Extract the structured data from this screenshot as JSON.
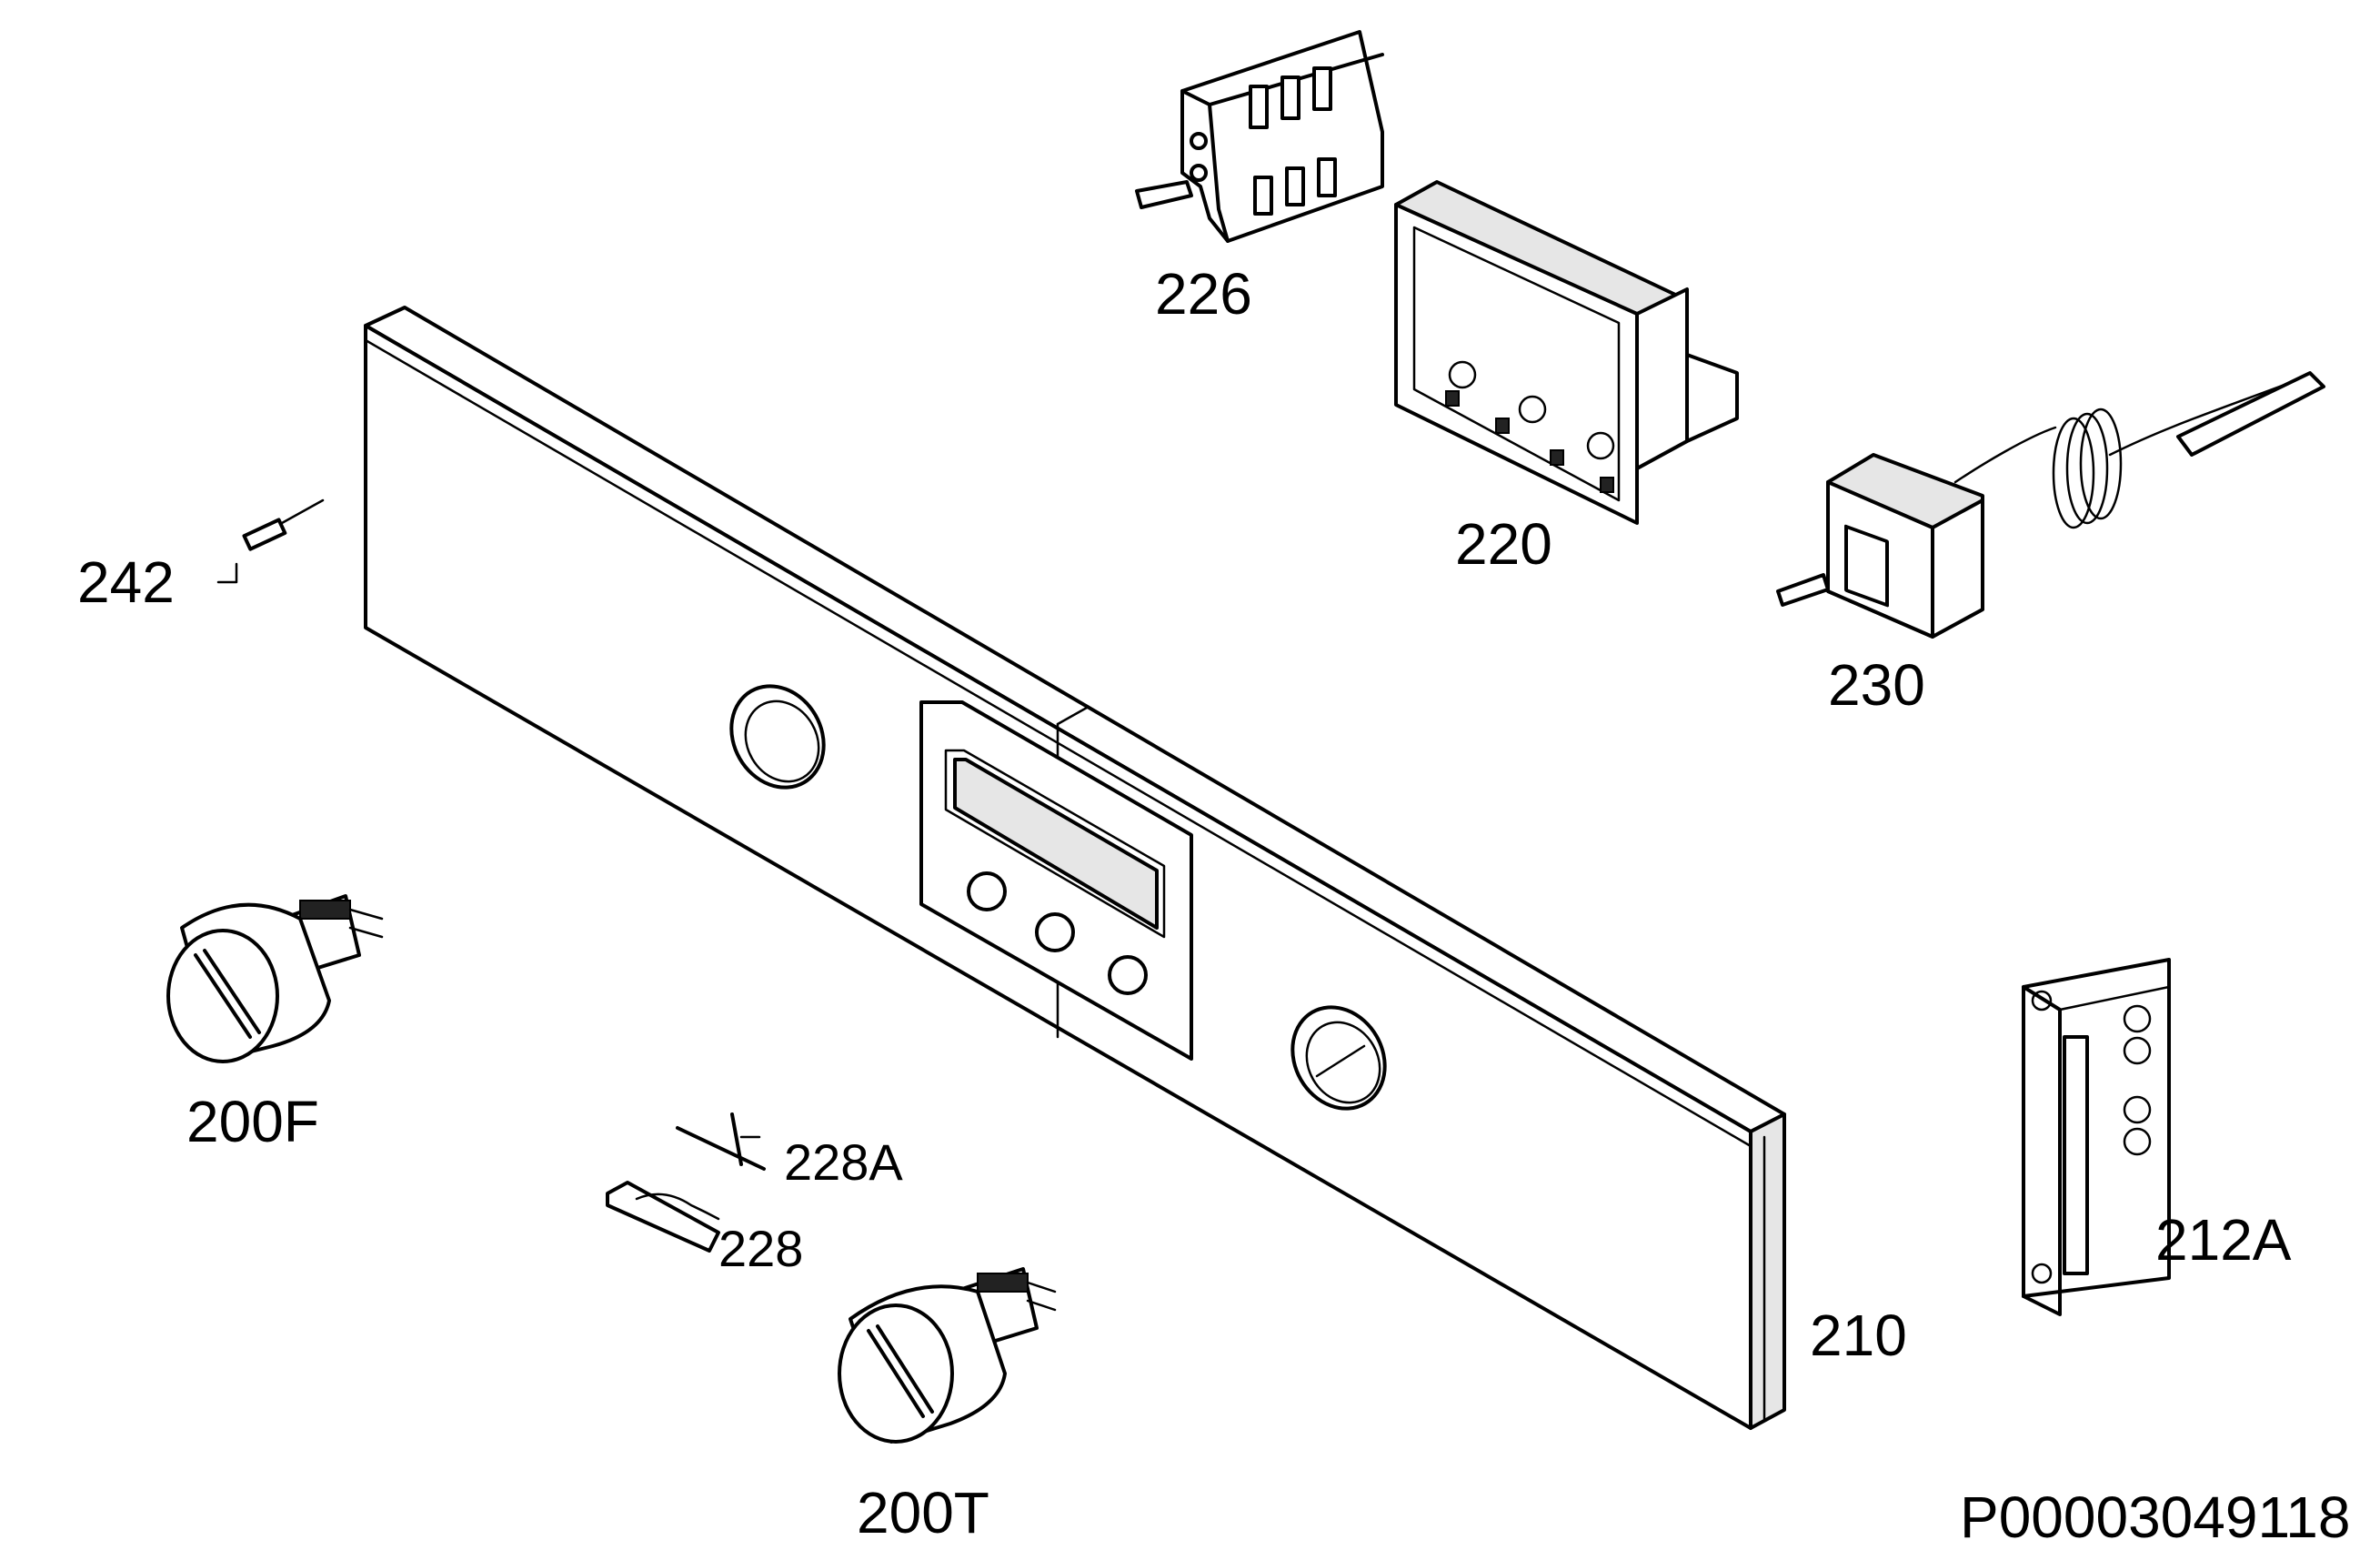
{
  "diagram": {
    "drawing_code": "P00003049118",
    "parts": [
      {
        "id": "226",
        "label": "226"
      },
      {
        "id": "220",
        "label": "220"
      },
      {
        "id": "230",
        "label": "230"
      },
      {
        "id": "242",
        "label": "242"
      },
      {
        "id": "210",
        "label": "210"
      },
      {
        "id": "212A",
        "label": "212A"
      },
      {
        "id": "200F",
        "label": "200F"
      },
      {
        "id": "228A",
        "label": "228A"
      },
      {
        "id": "228",
        "label": "228"
      },
      {
        "id": "200T",
        "label": "200T"
      }
    ]
  }
}
